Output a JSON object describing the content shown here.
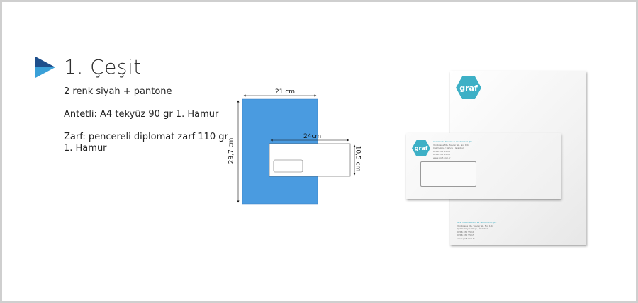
{
  "title": "1. Çeşit",
  "descriptions": [
    "2 renk siyah + pantone",
    "Antetli: A4 tekyüz 90 gr 1. Hamur",
    "Zarf: pencereli diplomat zarf 110 gr 1. Hamur"
  ],
  "dimensions": {
    "a4_width": "21 cm",
    "a4_height": "29,7 cm",
    "envelope_width": "24cm",
    "envelope_height": "10,5 cm"
  },
  "brand": {
    "logo_text": "graf",
    "company_name": "Graf Matbi Reisim ve Tanıtım Ltd. Şti.",
    "address": "Yenibosna Mh. Tuncer Sk. No: 1/4",
    "district": "Çekmeköy / Bahçe / İstanbul",
    "phone": "0216 870 55 16",
    "fax": "0216 870 55 15",
    "web": "www.graf.com.tr"
  },
  "colors": {
    "accent": "#3db0c6",
    "a4_fill": "#4a9be0",
    "arrow_dark": "#1e4f8c",
    "arrow_light": "#3aa0d8"
  }
}
